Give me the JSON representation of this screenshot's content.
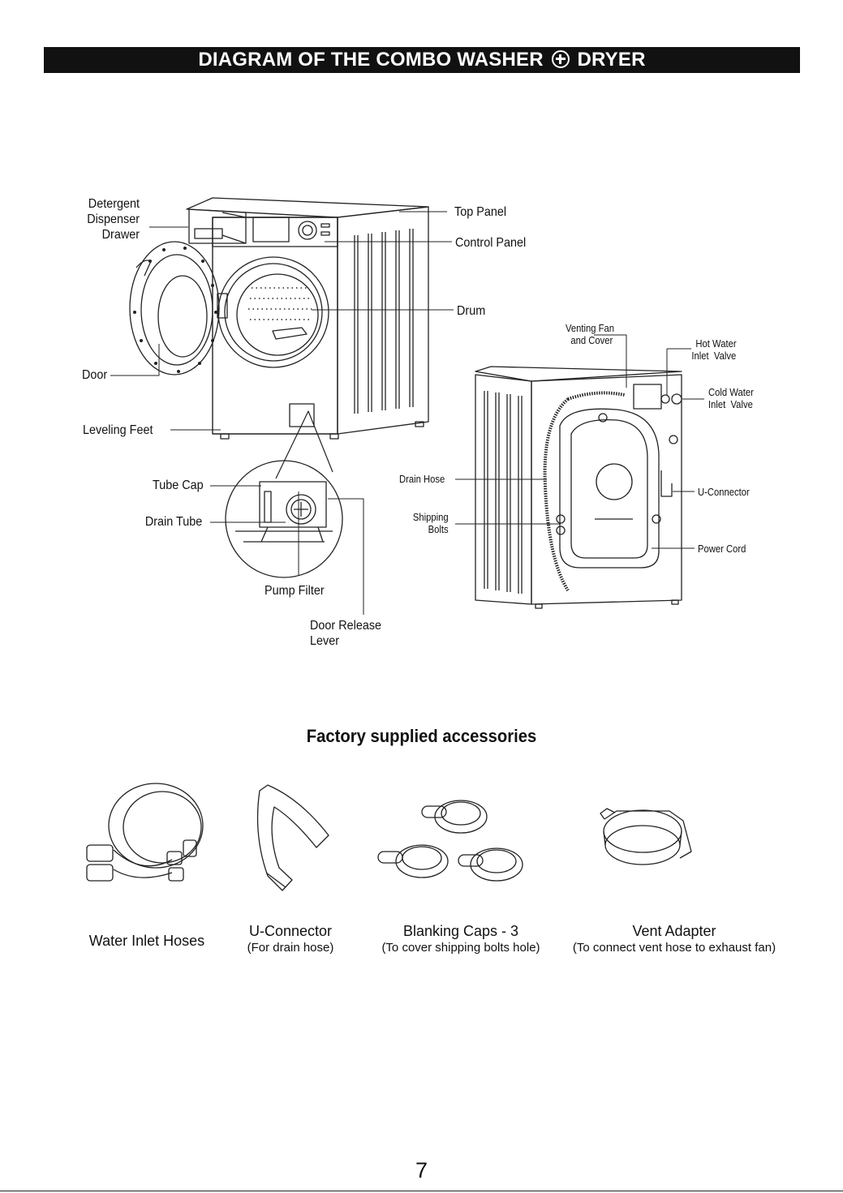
{
  "header": {
    "title_left": "DIAGRAM OF THE COMBO WASHER",
    "title_right": "DRYER",
    "symbol_icon": "circled-plus-icon"
  },
  "front_labels": {
    "detergent_line1": "Detergent",
    "detergent_line2": "Dispenser",
    "detergent_line3": "Drawer",
    "top_panel": "Top Panel",
    "control_panel": "Control Panel",
    "drum": "Drum",
    "door": "Door",
    "leveling_feet": "Leveling Feet",
    "tube_cap": "Tube Cap",
    "drain_tube": "Drain Tube",
    "pump_filter": "Pump Filter",
    "door_release_line1": "Door Release",
    "door_release_line2": "Lever"
  },
  "back_labels": {
    "venting_fan_line1": "Venting Fan",
    "venting_fan_line2": "and Cover",
    "hot_water_line1": "Hot Water",
    "hot_water_line2": "Inlet  Valve",
    "cold_water_line1": "Cold Water",
    "cold_water_line2": "Inlet  Valve",
    "drain_hose": "Drain Hose",
    "shipping_line1": "Shipping",
    "shipping_line2": "Bolts",
    "u_connector": "U-Connector",
    "power_cord": "Power Cord"
  },
  "accessories": {
    "title": "Factory supplied accessories",
    "items": [
      {
        "name": "Water Inlet Hoses",
        "note": ""
      },
      {
        "name": "U-Connector",
        "note": "(For drain hose)"
      },
      {
        "name": "Blanking Caps - 3",
        "note": "(To cover shipping bolts hole)"
      },
      {
        "name": "Vent Adapter",
        "note": "(To connect vent hose to exhaust fan)"
      }
    ]
  },
  "page_number": "7"
}
